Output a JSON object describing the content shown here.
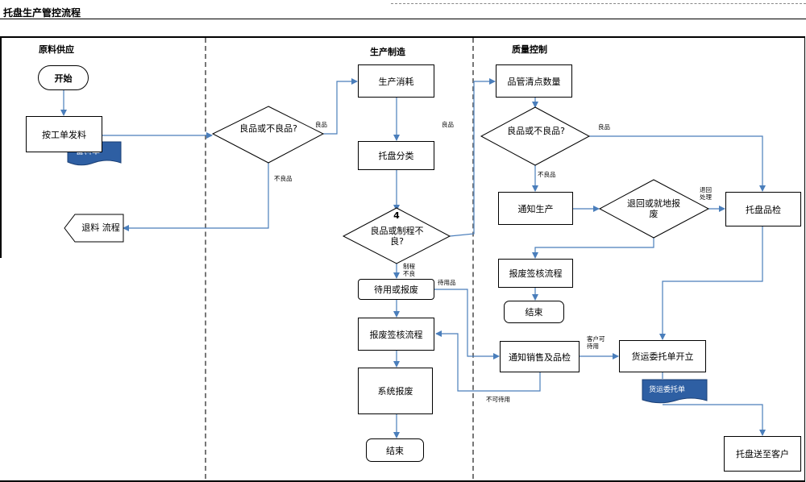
{
  "header": {
    "title": "托盘生产管控流程"
  },
  "lanes": {
    "materials": "原料供应",
    "production": "生产制造",
    "quality": "质量控制"
  },
  "nodes": {
    "start": "开始",
    "issue_by_order": "按工单发料",
    "material_list_doc": "备料单",
    "good_or_bad_1": "良品或不良品?",
    "return_process": "退料 流程",
    "production_consumption": "生产消耗",
    "pallet_sorting": "托盘分类",
    "good_or_process_bad": "良品或制程不良?",
    "defect_count_label": "4",
    "usable_or_scrap": "待用或报废",
    "scrap_approval_1": "报废签核流程",
    "system_scrap": "系统报废",
    "end_1": "结束",
    "qc_count": "品管清点数量",
    "good_or_bad_2": "良品或不良品?",
    "notify_production": "通知生产",
    "return_or_scrap": "退回或就地报废",
    "pallet_inspection": "托盘品检",
    "scrap_approval_2": "报废签核流程",
    "end_2": "结束",
    "notify_sales_qc": "通知销售及品检",
    "shipping_order_open": "货运委托单开立",
    "shipping_order_doc": "货运委托单",
    "deliver_to_customer": "托盘送至客户"
  },
  "edge_labels": {
    "good_1": "良品",
    "bad_1": "不良品",
    "good_mid": "良品",
    "process_bad": "制程\n不良",
    "usable": "待用品",
    "good_2": "良品",
    "bad_2": "不良品",
    "return_handle": "退回\n处理",
    "customer_usable": "客户可\n待用",
    "not_usable": "不可待用"
  },
  "colors": {
    "connector": "#4a7ebb",
    "doc_fill": "#2e5fa3"
  }
}
